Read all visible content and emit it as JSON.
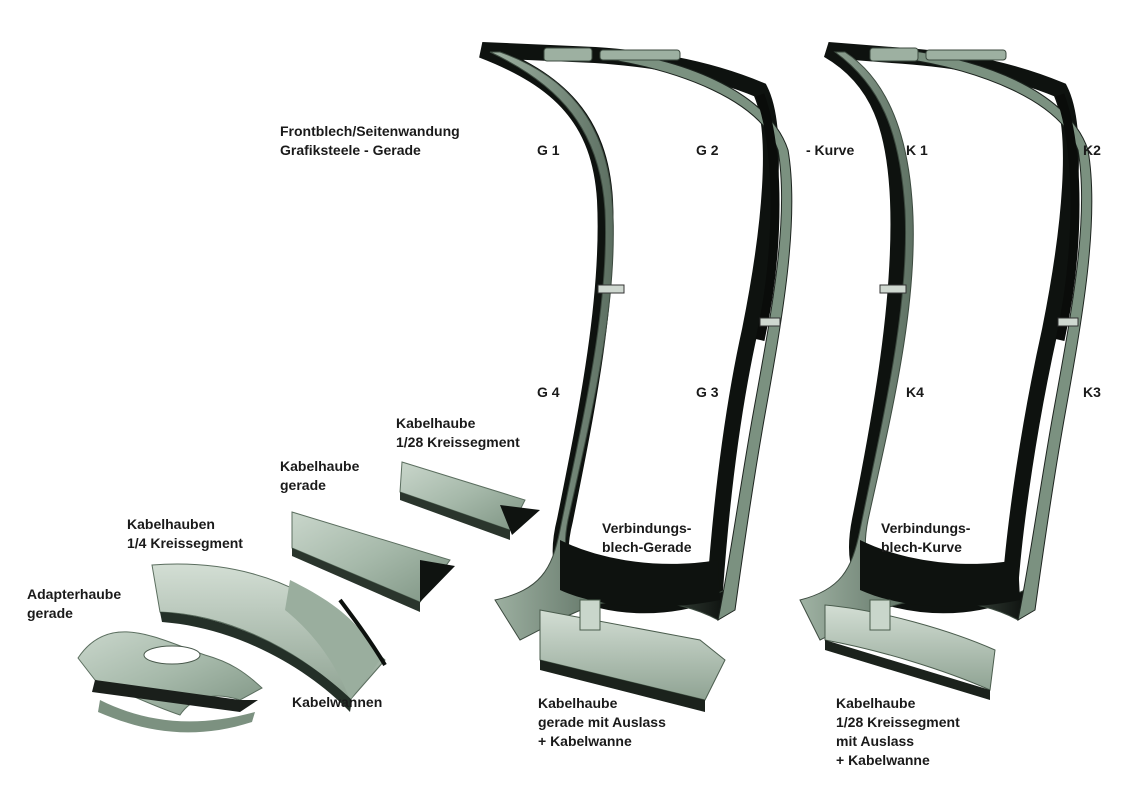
{
  "labels": {
    "frontblech": [
      "Frontblech/Seitenwandung",
      "Grafiksteele - Gerade"
    ],
    "g1": "G 1",
    "g2": "G 2",
    "g3": "G 3",
    "g4": "G 4",
    "kurve": "- Kurve",
    "k1": "K 1",
    "k2": "K2",
    "k3": "K3",
    "k4": "K4",
    "kabelhaube_kreis": [
      "Kabelhaube",
      "1/28 Kreissegment"
    ],
    "kabelhaube_gerade": [
      "Kabelhaube",
      "gerade"
    ],
    "kabelhauben_viertel": [
      "Kabelhauben",
      "1/4 Kreissegment"
    ],
    "adapterhaube": [
      "Adapterhaube",
      "gerade"
    ],
    "kabelwannen": "Kabelwannen",
    "verbindung_gerade": [
      "Verbindungs-",
      "blech-Gerade"
    ],
    "verbindung_kurve": [
      "Verbindungs-",
      "blech-Kurve"
    ],
    "auslass_gerade": [
      "Kabelhaube",
      "gerade mit Auslass",
      "+ Kabelwanne"
    ],
    "auslass_kurve": [
      "Kabelhaube",
      "1/28 Kreissegment",
      "mit Auslass",
      "+ Kabelwanne"
    ]
  },
  "colors": {
    "panel_light": "#b9c9bd",
    "panel_mid": "#93a897",
    "panel_dark": "#6f8474",
    "frame_dark": "#101410",
    "label": "#1a1a1a"
  }
}
